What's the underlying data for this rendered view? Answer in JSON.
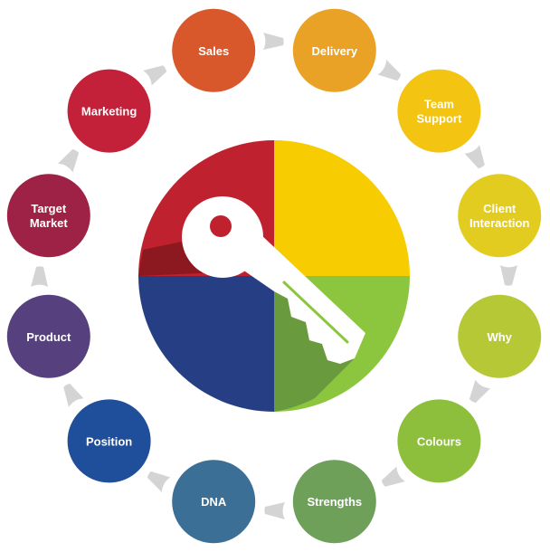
{
  "nodes": [
    {
      "id": "sales",
      "lines": [
        "Sales"
      ],
      "color": "#d9582b"
    },
    {
      "id": "delivery",
      "lines": [
        "Delivery"
      ],
      "color": "#e9a126"
    },
    {
      "id": "team-support",
      "lines": [
        "Team",
        "Support"
      ],
      "color": "#f3c412"
    },
    {
      "id": "client-interaction",
      "lines": [
        "Client",
        "Interaction"
      ],
      "color": "#e3cc20"
    },
    {
      "id": "why",
      "lines": [
        "Why"
      ],
      "color": "#b7c837"
    },
    {
      "id": "colours",
      "lines": [
        "Colours"
      ],
      "color": "#8dbe3c"
    },
    {
      "id": "strengths",
      "lines": [
        "Strengths"
      ],
      "color": "#6fa05a"
    },
    {
      "id": "dna",
      "lines": [
        "DNA"
      ],
      "color": "#3b6f95"
    },
    {
      "id": "position",
      "lines": [
        "Position"
      ],
      "color": "#1f4e9a"
    },
    {
      "id": "product",
      "lines": [
        "Product"
      ],
      "color": "#56407e"
    },
    {
      "id": "target-market",
      "lines": [
        "Target",
        "Market"
      ],
      "color": "#9e2246"
    },
    {
      "id": "marketing",
      "lines": [
        "Marketing"
      ],
      "color": "#c3213a"
    }
  ],
  "center": {
    "quadrant_colors": {
      "top_left": "#c0212e",
      "top_right": "#f7cc00",
      "bottom_right": "#8cc63e",
      "bottom_left": "#263f84"
    },
    "shadow_colors": {
      "top_left": "#8c1820",
      "bottom_right": "#6a9a3e"
    },
    "key_icon": "key-icon",
    "key_color": "#ffffff",
    "key_hole_color": "#c0212e",
    "key_stripe_color": "#8cc63e"
  },
  "connector_color": "#d4d4d4",
  "connector_icon": "arc-connector"
}
